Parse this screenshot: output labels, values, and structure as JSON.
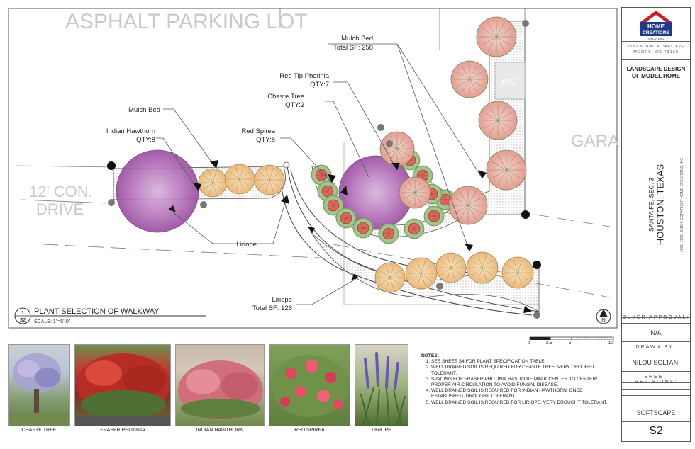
{
  "plan": {
    "lot_label": "ASPHALT PARKING LOT",
    "drive_label_1": "12' CON.",
    "drive_label_2": "DRIVE",
    "ac_label": "A/C",
    "garage_label": "GARA",
    "labels": {
      "mulch_bed_top_1": "Mulch Bed",
      "mulch_bed_top_2": "Total SF: 258",
      "red_tip_1": "Red Tip Photinia",
      "red_tip_2": "QTY:7",
      "chaste_1": "Chaste Tree",
      "chaste_2": "QTY:2",
      "mulch_bed_left": "Mulch Bed",
      "hawthorn_1": "Indian Hawthorn",
      "hawthorn_2": "QTY:8",
      "spirea_1": "Red Spirea",
      "spirea_2": "QTY:8",
      "liriope_mid": "Liriope",
      "liriope_bot_1": "Liriope",
      "liriope_bot_2": "Total SF: 126"
    },
    "drawing_number": "1",
    "sheet_ref": "S2",
    "drawing_title": "PLANT SELECTION OF WALKWAY",
    "scale": "SCALE:  1\"=5'-0\"",
    "north": "N",
    "scale_ticks": [
      "0",
      "2.5'",
      "5'",
      "10'"
    ]
  },
  "title_block": {
    "logo_line1": "HOME",
    "logo_line2": "CREATIONS",
    "logo_since": "SINCE 1981",
    "address_1": "2252 N BROADWAY AVE",
    "address_2": "MOORE, OK 73160",
    "design_title_1": "LANDSCAPE DESIGN",
    "design_title_2": "OF MODEL HOME",
    "subdivision": "SANTA FE, SEC. 3",
    "city": "HOUSTON, TEXAS",
    "copyright": "1995, 1999, 2019 © COPYRIGHT HOME CREATIONS, INC.",
    "buyer_label": "BUYER APPROVAL:",
    "buyer_value": "N/A",
    "drawn_label": "DRAWN BY:",
    "drawn_value": "NILOU SOLTANI",
    "revisions_label": "SHEET REVISIONS:",
    "sheet_name": "SOFTSCAPE",
    "sheet_number": "S2"
  },
  "photos": [
    {
      "caption": "CHASTE TREE"
    },
    {
      "caption": "FRASER PHOTINIA"
    },
    {
      "caption": "INDIAN HAWTHORN"
    },
    {
      "caption": "RED SPIREA"
    },
    {
      "caption": "LIRIOPE"
    }
  ],
  "notes": {
    "heading": "NOTES:",
    "items": [
      "SEE SHEET S4 FOR PLANT SPECIFICATION TABLE.",
      "WELL DRAINED SOIL IS REQUIRED FOR CHASTE TREE. VERY DROUGHT TOLERANT.",
      "SPACING FOR FRASER PHOTINIA HAS TO BE MIN 6' CENTER TO CENTER/ PROPER AIR CIRCULATION TO AVOID FUNGAL DISEASE.",
      "WELL DRAINED SOIL IS REQUIRED FOR INDIAN HAWTHORN. ONCE ESTABLISHED, DROUGHT TOLERANT.",
      "WELL DRAINED SOIL IS REQUIRED FOR LIRIOPE. VERY DROUGHT TOLERANT."
    ]
  },
  "colors": {
    "chaste": "#b063b4",
    "photinia": "#e6a0a0",
    "hawthorn": "#f1c98a",
    "spirea": "#d95f55",
    "foliage": "#9fc48a",
    "logo_red": "#c8202a",
    "logo_blue": "#1f3a8a"
  }
}
